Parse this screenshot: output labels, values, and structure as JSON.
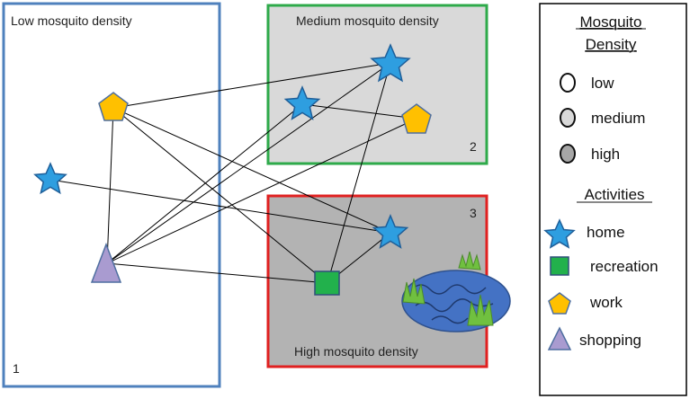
{
  "zones": [
    {
      "id": "1",
      "label": "Low mosquito density",
      "number": "1",
      "fill": "#ffffff",
      "stroke": "#4f81bd"
    },
    {
      "id": "2",
      "label": "Medium mosquito density",
      "number": "2",
      "fill": "#d9d9d9",
      "stroke": "#2eaa4a"
    },
    {
      "id": "3",
      "label": "High mosquito density",
      "number": "3",
      "fill": "#b3b3b3",
      "stroke": "#e02020"
    }
  ],
  "legend": {
    "density_title_line1": "Mosquito",
    "density_title_line2": "Density",
    "density_items": [
      {
        "label": "low",
        "fill": "#ffffff"
      },
      {
        "label": "medium",
        "fill": "#d9d9d9"
      },
      {
        "label": "high",
        "fill": "#a6a6a6"
      }
    ],
    "activities_title": "Activities",
    "activity_items": [
      {
        "label": "home",
        "icon": "star-icon"
      },
      {
        "label": "recreation",
        "icon": "square-icon"
      },
      {
        "label": "work",
        "icon": "pentagon-icon"
      },
      {
        "label": "shopping",
        "icon": "triangle-icon"
      }
    ]
  },
  "colors": {
    "home": "#2e9ee0",
    "recreation": "#22b14c",
    "work": "#ffc000",
    "shopping": "#a99bd0",
    "water": "#4472c4",
    "grass": "#70c040"
  }
}
